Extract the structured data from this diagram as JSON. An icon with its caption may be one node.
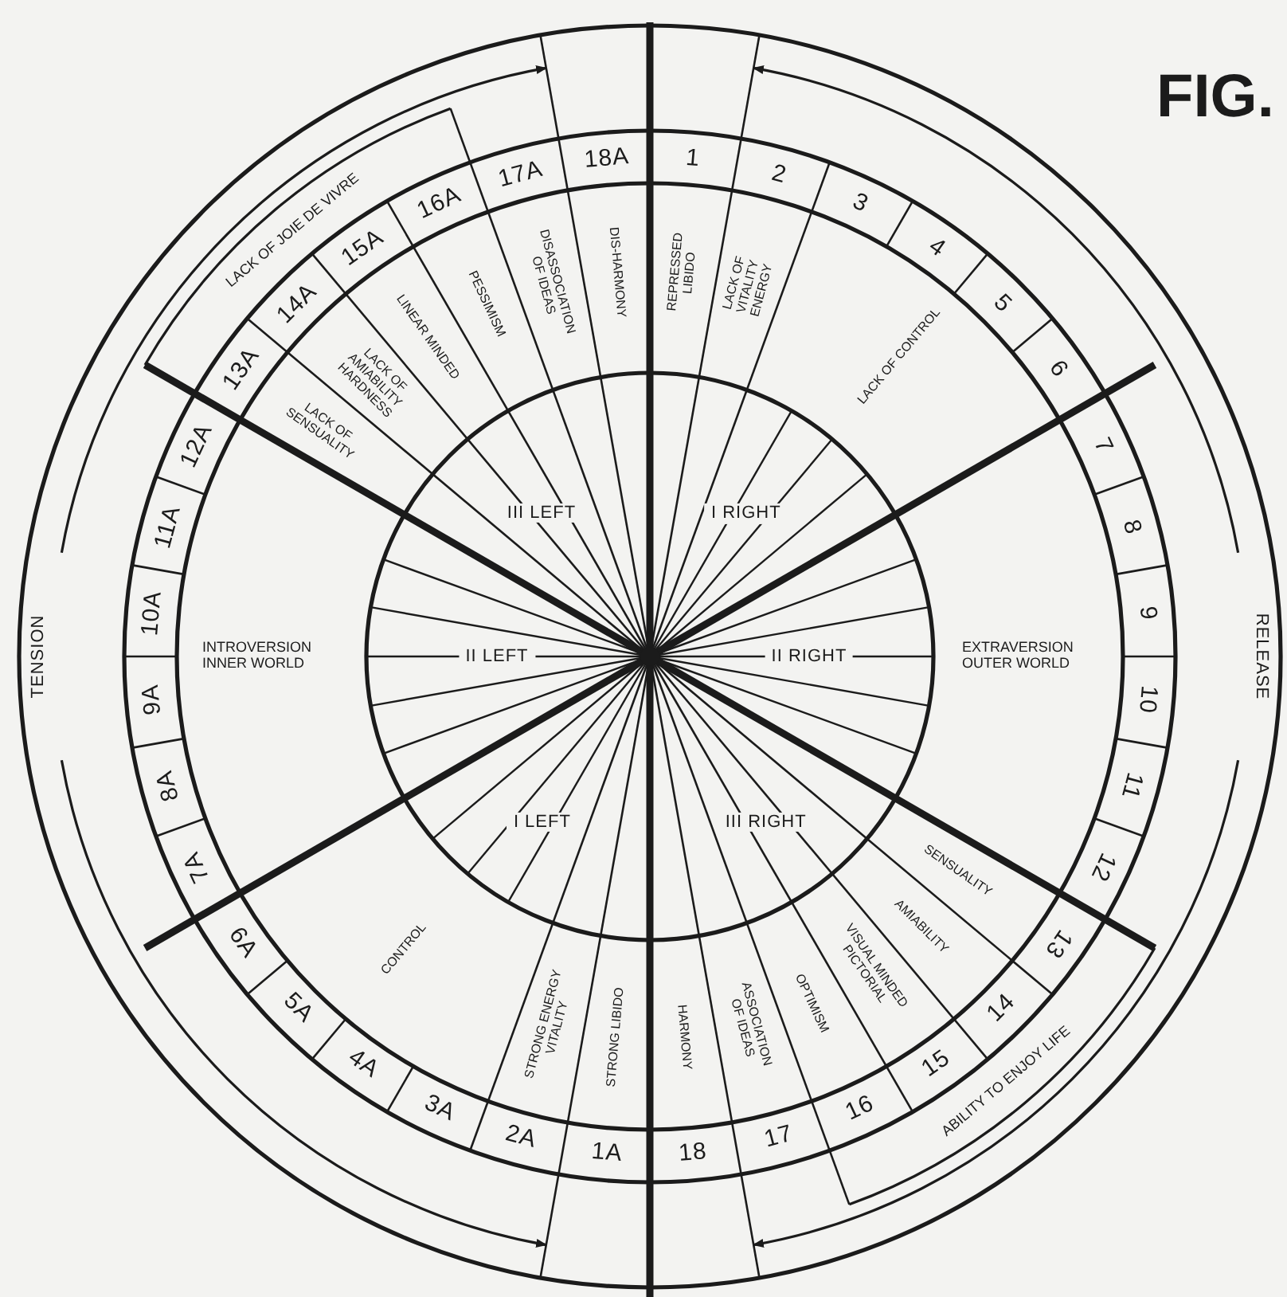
{
  "diagram": {
    "title": "FIG.",
    "labels": [
      "TENSION",
      "RELEASE",
      "1",
      "2",
      "3",
      "4",
      "5",
      "6",
      "7",
      "8",
      "9",
      "10",
      "11",
      "12",
      "13",
      "14",
      "15",
      "16",
      "17",
      "18",
      "1A",
      "2A",
      "3A",
      "4A",
      "5A",
      "6A",
      "7A",
      "8A",
      "9A",
      "10A",
      "11A",
      "12A",
      "13A",
      "14A",
      "15A",
      "16A",
      "17A",
      "18A",
      "REPRESSED LIBIDO",
      "LACK OF VITALITY ENERGY",
      "LACK OF CONTROL",
      "EXTRAVERSION OUTER WORLD",
      "SENSUALITY",
      "AMIABILITY",
      "VISUAL MINDED PICTORIAL",
      "OPTIMISM",
      "ASSOCIATION OF IDEAS",
      "HARMONY",
      "STRONG LIBIDO",
      "STRONG ENERGY VITALITY",
      "CONTROL",
      "INTROVERSION INNER WORLD",
      "LACK OF SENSUALITY",
      "LACK OF AMIABILITY HARDNESS",
      "LINEAR MINDED",
      "PESSIMISM",
      "DISASSOCIATION OF IDEAS",
      "DIS-HARMONY",
      "ABILITY TO ENJOY LIFE",
      "LACK OF JOIE DE VIVRE",
      "I RIGHT",
      "II RIGHT",
      "III RIGHT",
      "I LEFT",
      "II LEFT",
      "III LEFT"
    ]
  }
}
